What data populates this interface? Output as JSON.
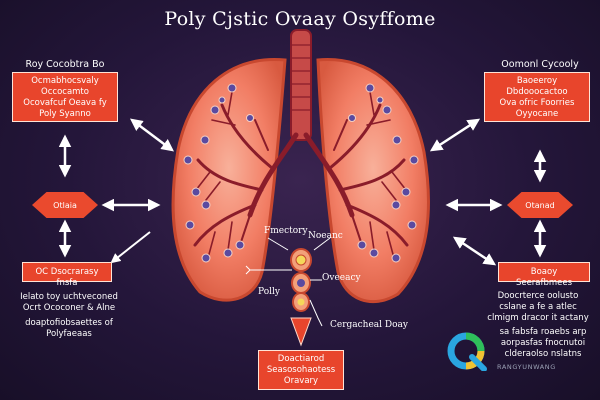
{
  "title": "Poly Cjstic Ovaay Osyffome",
  "top_left": {
    "caption": "Roy Cocobtra Bo",
    "box_lines": [
      "Ocmabhocsvaly",
      "Occocamto",
      "Ocovafcuf Oeava fy",
      "Poly Syanno"
    ]
  },
  "top_right": {
    "caption": "Oomonl Cycooly",
    "box_lines": [
      "Baoeeroy",
      "Dbdooocactoo",
      "Ova ofric Foorries",
      "Oyyocane"
    ]
  },
  "left_diamond": "Otlaia",
  "right_diamond": "Otanad",
  "bottom_left_box": "OC Dsocrarasy fnsfa",
  "left_notes": [
    "Ielato toy uchtveconed",
    "Ocrt Ococoner & Alne"
  ],
  "left_footer": [
    "doaptofiobsaettes of",
    "Polyfaeaas"
  ],
  "right_box": "Boaoy Seerafbmees",
  "right_notes": [
    "Doocrterce oolusto",
    "cslane a fe a atlec",
    "clmigm dracor it actany"
  ],
  "right_footer": [
    "sa fabsfa roaebs arp",
    "aorpasfas fnocnutoi",
    "clderaolso nslatns"
  ],
  "labels": {
    "left_upper": "Fmectory",
    "right_upper": "Noeanc",
    "right_mid": "Oveeacy",
    "left_lower": "Polly",
    "bottom_right": "Cergacheal Doay"
  },
  "bottom_box_lines": [
    "Doactiarod",
    "Seasosohaotess",
    "Oravary"
  ],
  "brand": "RANGYUNWANG",
  "colors": {
    "lung_fill": "#f07a62",
    "lung_edge": "#c8482f",
    "vessel": "#8a1c2a",
    "box_fill": "#e8452c",
    "background": "#24163a"
  }
}
